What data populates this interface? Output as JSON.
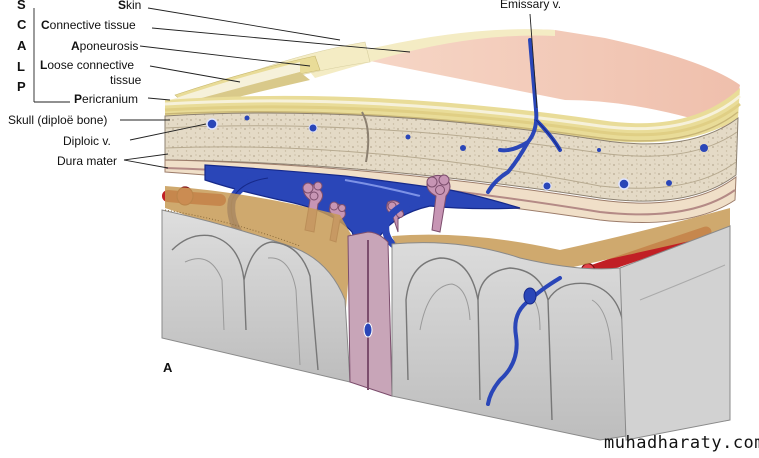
{
  "scalp_mnemonic": {
    "letters": [
      "S",
      "C",
      "A",
      "L",
      "P"
    ],
    "layers": [
      {
        "initial": "S",
        "rest": "kin"
      },
      {
        "initial": "C",
        "rest": "onnective tissue"
      },
      {
        "initial": "A",
        "rest": "poneurosis"
      },
      {
        "initial": "L",
        "rest": "oose connective"
      },
      {
        "initial": "",
        "rest": "tissue"
      },
      {
        "initial": "P",
        "rest": "ericranium"
      }
    ]
  },
  "labels": {
    "skull": "Skull (diploë bone)",
    "diploic_vein": "Diploic v.",
    "dura_mater": "Dura mater",
    "emissary_vein": "Emissary v."
  },
  "panel_letter": "A",
  "watermark": "muhadharaty.com",
  "colors": {
    "skin": "#f2c7b4",
    "connective": "#f4ecc4",
    "aponeurosis": "#e9dc98",
    "loose": "#f6f1da",
    "pericranium": "#d9c98a",
    "bone": "#e6dcc8",
    "vein": "#2a46b8",
    "artery": "#c11f25",
    "brain": "#cfcfcf",
    "subarachnoid": "#c79a55"
  }
}
